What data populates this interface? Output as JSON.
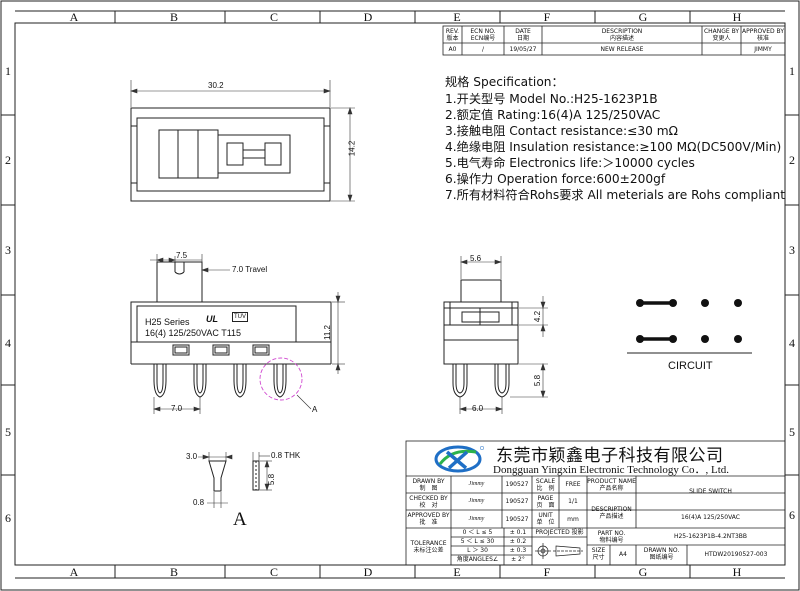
{
  "zones": {
    "columns": [
      "A",
      "B",
      "C",
      "D",
      "E",
      "F",
      "G",
      "H"
    ],
    "rows": [
      "1",
      "2",
      "3",
      "4",
      "5",
      "6"
    ]
  },
  "revision_table": {
    "headers": [
      {
        "en": "REV.",
        "cn": "版本"
      },
      {
        "en": "ECN NO.",
        "cn": "ECN编号"
      },
      {
        "en": "DATE",
        "cn": "日期"
      },
      {
        "en": "DESCRIPTION",
        "cn": "内容描述"
      },
      {
        "en": "CHANGE BY",
        "cn": "变更人"
      },
      {
        "en": "APPROVED BY",
        "cn": "核准"
      }
    ],
    "row": [
      "A0",
      "/",
      "19/05/27",
      "NEW RELEASE",
      "",
      "JIMMY"
    ]
  },
  "specification": {
    "title": "规格 Specification：",
    "items": [
      "1.开关型号 Model No.:H25-1623P1B",
      "2.额定值 Rating:16(4)A  125/250VAC",
      "3.接触电阻 Contact resistance:≤30 mΩ",
      "4.绝缘电阻 Insulation resistance:≥100 MΩ(DC500V/Min)",
      "5.电气寿命 Electronics life:＞10000 cycles",
      "6.操作力 Operation force:600±200gf",
      "7.所有材料符合Rohs要求 All meterials are Rohs compliant"
    ]
  },
  "dimensions": {
    "top_width": "30.2",
    "top_height": "14.2",
    "front_knob": "7.5",
    "front_travel": "7.0 Travel",
    "front_height": "11.2",
    "front_pitch": "7.0",
    "side_knob": "5.6",
    "side_upper": "4.2",
    "side_pin": "5.8",
    "side_width": "6.0",
    "detail_width": "3.0",
    "detail_thk": "0.8 THK",
    "detail_height": "5.8",
    "detail_pin": "0.8"
  },
  "front_view": {
    "series": "H25 Series",
    "rating": "16(4) 125/250VAC T115",
    "cert_ul": "UL",
    "cert_tuv": "TÜV",
    "detail_ref": "A"
  },
  "detail_label": "A",
  "circuit_label": "CIRCUIT",
  "title_block": {
    "company_cn": "东莞市颖鑫电子科技有限公司",
    "company_en": "Dongguan Yingxin Electronic Technology Co．, Ltd.",
    "drawn_by": {
      "en": "DRAWN BY",
      "cn": "制　图",
      "name": "Jimmy",
      "date": "190527"
    },
    "checked_by": {
      "en": "CHECKED BY",
      "cn": "校　对",
      "name": "Jimmy",
      "date": "190527"
    },
    "approved_by": {
      "en": "APPROVED BY",
      "cn": "批　准",
      "name": "Jimmy",
      "date": "190527"
    },
    "scale": {
      "en": "SCALE",
      "cn": "比　例",
      "value": "FREE"
    },
    "page": {
      "en": "PAGE",
      "cn": "页　面",
      "value": "1/1"
    },
    "unit": {
      "en": "UNIT",
      "cn": "单　位",
      "value": "mm"
    },
    "product_name": {
      "en": "PRODUCT NAME",
      "cn": "产品名称",
      "value": "SLIDE SWITCH"
    },
    "description": {
      "en": "DESCRIPTION",
      "cn": "产品描述",
      "value": "16(4)A  125/250VAC"
    },
    "part_no": {
      "en": "PART NO.",
      "cn": "物料编号",
      "value": "H25-1623P1B-4.2NT3BB"
    },
    "tolerance": {
      "en": "TOLERANCE",
      "cn": "未标注公差"
    },
    "tolerance_rows": [
      {
        "range": "0 ＜ L ≤ 5",
        "value": "± 0.1"
      },
      {
        "range": "5 ＜ L ≤ 30",
        "value": "± 0.2"
      },
      {
        "range": "L ＞ 30",
        "value": "± 0.3"
      },
      {
        "range": "角度ANGLES∠",
        "value": "± 2°"
      }
    ],
    "projected": "PROJECTED 投影",
    "size": {
      "en": "SIZE",
      "cn": "尺寸",
      "value": "A4"
    },
    "drawn_no": {
      "en": "DRAWN NO.",
      "cn": "图纸编号",
      "value": "HTDW20190527-003"
    }
  }
}
